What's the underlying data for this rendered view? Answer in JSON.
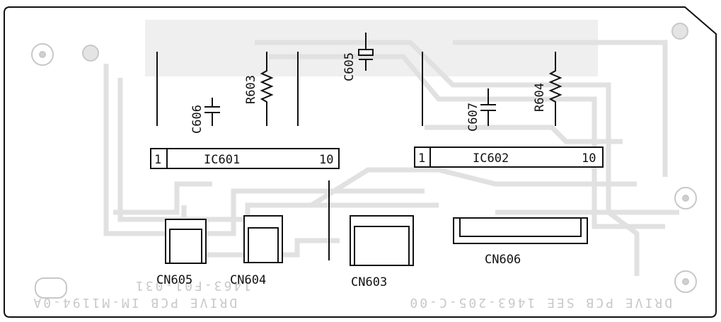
{
  "ic601": {
    "pin_first": "1",
    "name": "IC601",
    "pin_last": "10"
  },
  "ic602": {
    "pin_first": "1",
    "name": "IC602",
    "pin_last": "10"
  },
  "parts": {
    "c606": "C606",
    "r603": "R603",
    "c605": "C605",
    "c607": "C607",
    "r604": "R604"
  },
  "connectors": {
    "cn605": "CN605",
    "cn604": "CN604",
    "cn603": "CN603",
    "cn606": "CN606"
  },
  "silkscreen": {
    "line1": "1463-F01-031",
    "line2": "DRIVE PCB IM-M1194-0A",
    "line3": "DRIVE PCB SEE 1463-205-C-00"
  }
}
